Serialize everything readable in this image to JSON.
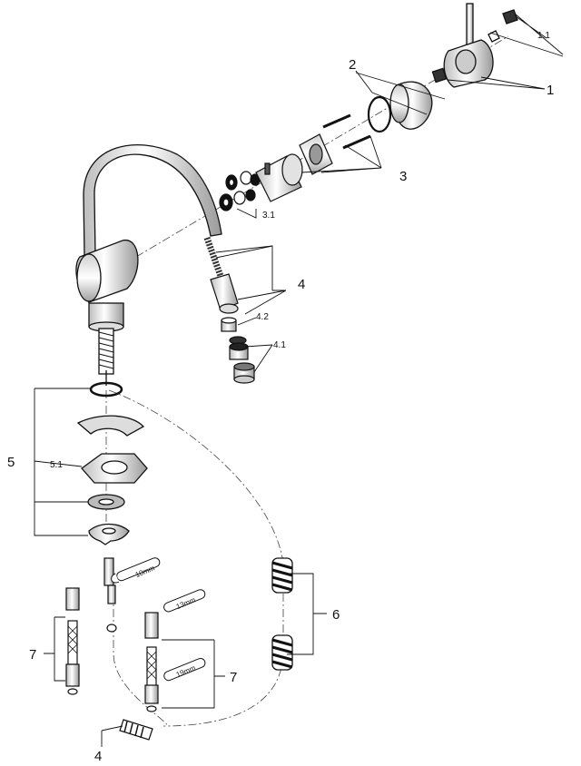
{
  "labels": {
    "l1": "1",
    "l1_1": "1.1",
    "l2": "2",
    "l3": "3",
    "l3_1": "3.1",
    "l4": "4",
    "l4_1": "4.1",
    "l4_2": "4.2",
    "l4b": "4",
    "l5": "5",
    "l5_1": "5.1",
    "l6": "6",
    "l7a": "7",
    "l7b": "7"
  },
  "wrenches": {
    "w10": "10mm",
    "w13": "13mm",
    "w19": "19mm"
  }
}
